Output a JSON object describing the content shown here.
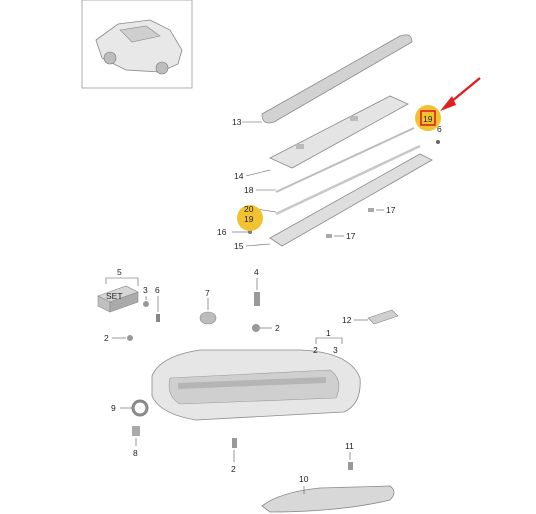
{
  "diagram": {
    "thumbnail": {
      "name": "vehicle-thumbnail"
    },
    "callouts": [
      {
        "id": "c13",
        "label": "13"
      },
      {
        "id": "c14",
        "label": "14"
      },
      {
        "id": "c18",
        "label": "18"
      },
      {
        "id": "c20",
        "label": "20"
      },
      {
        "id": "c19a",
        "label": "19"
      },
      {
        "id": "c16",
        "label": "16"
      },
      {
        "id": "c15",
        "label": "15"
      },
      {
        "id": "c17a",
        "label": "17"
      },
      {
        "id": "c17b",
        "label": "17"
      },
      {
        "id": "c19b",
        "label": "19"
      },
      {
        "id": "c6a",
        "label": "6"
      },
      {
        "id": "c5",
        "label": "5"
      },
      {
        "id": "c3",
        "label": "3"
      },
      {
        "id": "c6b",
        "label": "6"
      },
      {
        "id": "c7",
        "label": "7"
      },
      {
        "id": "c4",
        "label": "4"
      },
      {
        "id": "c2a",
        "label": "2"
      },
      {
        "id": "c2b",
        "label": "2"
      },
      {
        "id": "c12",
        "label": "12"
      },
      {
        "id": "c1",
        "label": "1"
      },
      {
        "id": "c2c",
        "label": "2"
      },
      {
        "id": "c3b",
        "label": "3"
      },
      {
        "id": "c9",
        "label": "9"
      },
      {
        "id": "c8",
        "label": "8"
      },
      {
        "id": "c2d",
        "label": "2"
      },
      {
        "id": "c11",
        "label": "11"
      },
      {
        "id": "c10",
        "label": "10"
      }
    ],
    "highlight_color": "#f2c230",
    "selection_color": "#e02020",
    "arrow_color": "#e02020",
    "label_on_set_box": "SET"
  }
}
